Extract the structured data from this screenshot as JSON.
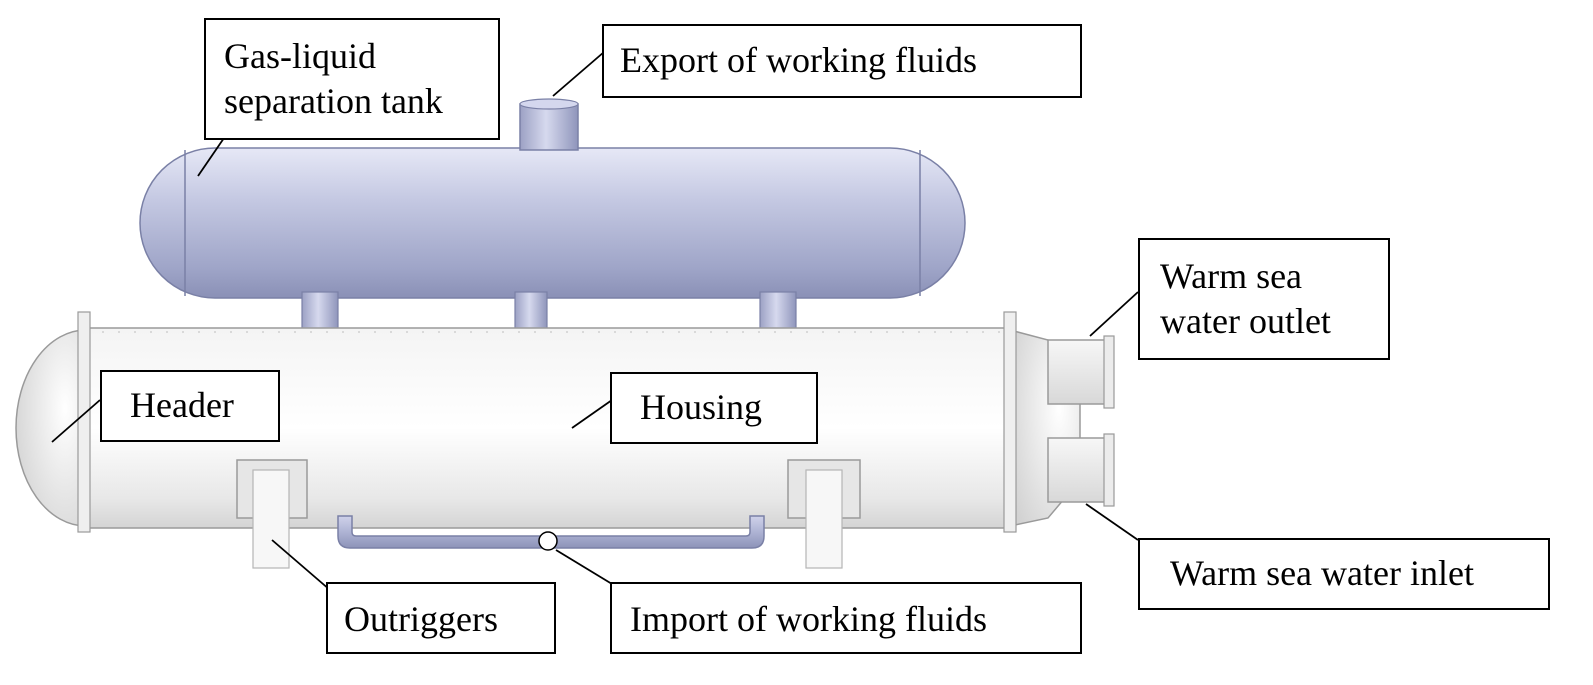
{
  "labels": {
    "separation_tank": "Gas-liquid\nseparation tank",
    "export": "Export of working fluids",
    "outlet": "Warm sea\nwater outlet",
    "header": "Header",
    "housing": "Housing",
    "inlet": "Warm sea water inlet",
    "outriggers": "Outriggers",
    "import": "Import of working fluids"
  }
}
